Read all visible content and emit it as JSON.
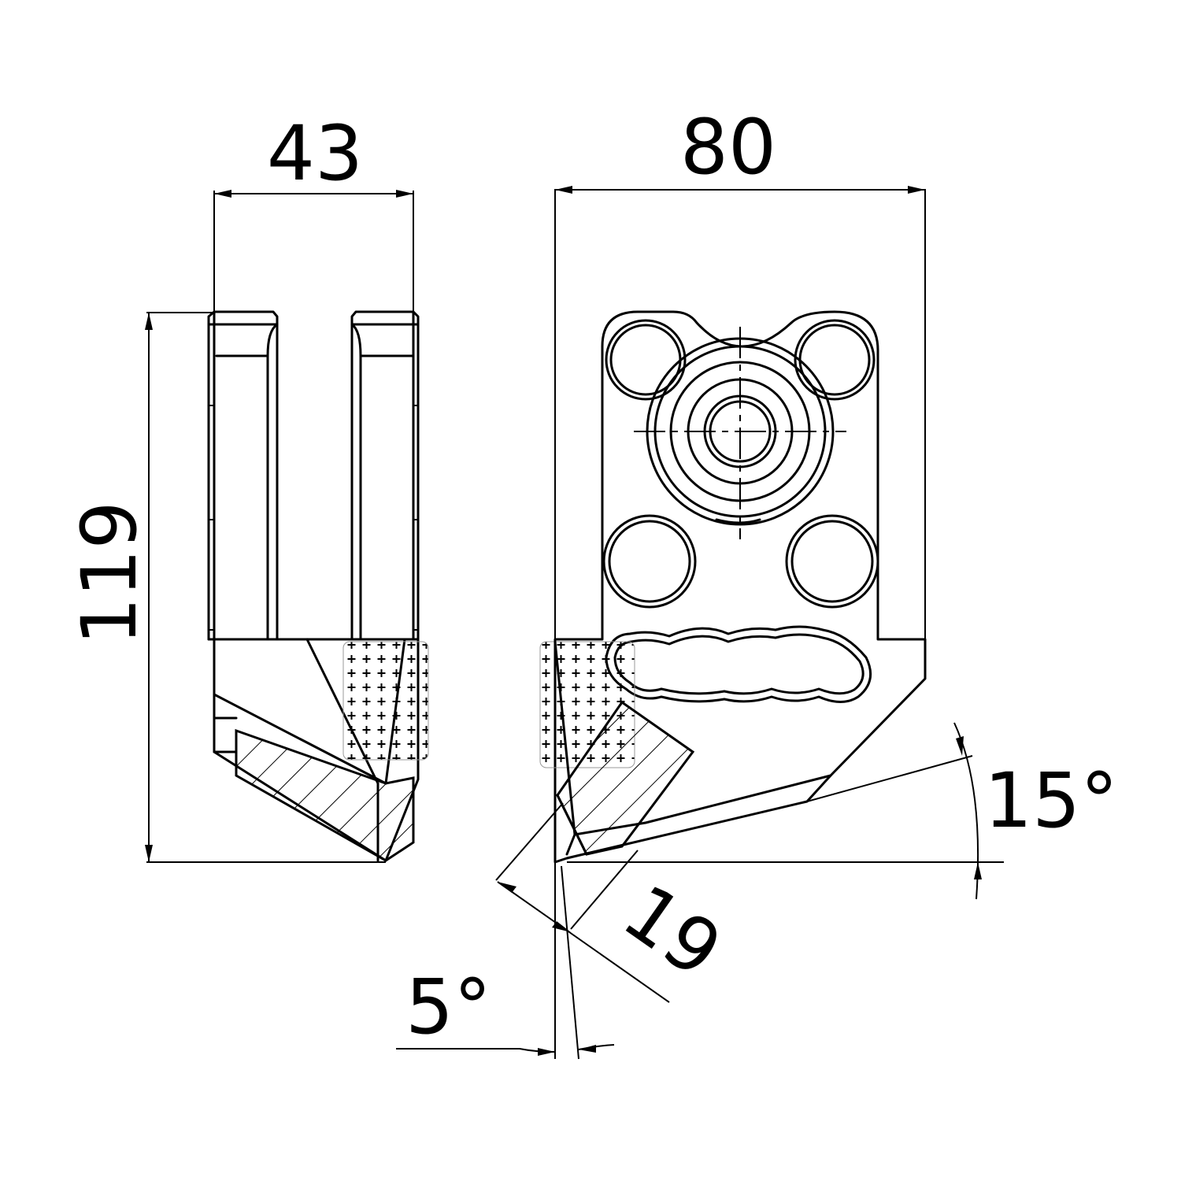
{
  "drawing": {
    "dimensions": {
      "width_front": "43",
      "width_side": "80",
      "height": "119",
      "tip_width": "19",
      "top_angle": "15°",
      "side_angle": "5°"
    },
    "line_color": "#000000",
    "background_color": "#ffffff"
  }
}
